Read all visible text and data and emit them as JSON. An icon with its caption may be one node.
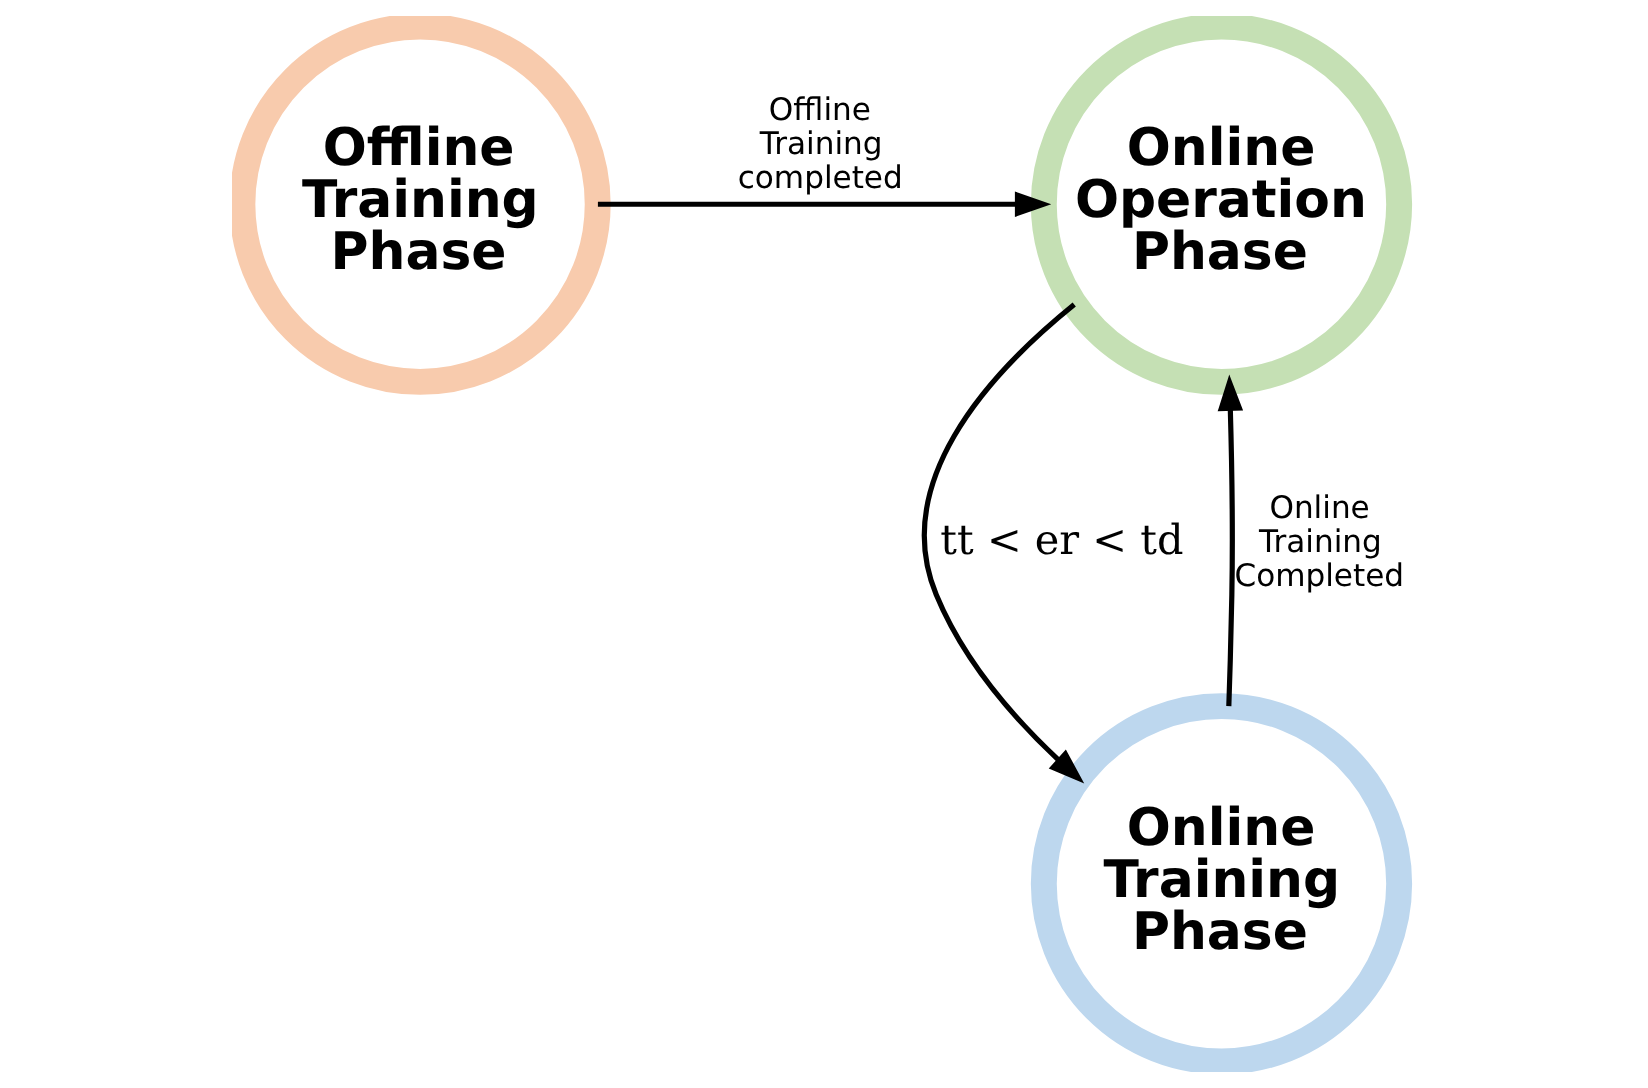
{
  "diagram": {
    "nodes": [
      {
        "text": [
          "Offline Training Phase"
        ]
      },
      {
        "text": [
          "Online Operation Phase"
        ]
      },
      {
        "text": [
          "Online Training Phase"
        ]
      }
    ],
    "edges": [
      {
        "from": 0,
        "to": 1,
        "arrow": "to",
        "label": "Offline Training completed"
      },
      {
        "from": 1,
        "to": 2,
        "arrow": "to",
        "label": "tt < er < td"
      },
      {
        "from": 2,
        "to": 1,
        "arrow": "to",
        "label": "Online Training Completed"
      }
    ]
  }
}
